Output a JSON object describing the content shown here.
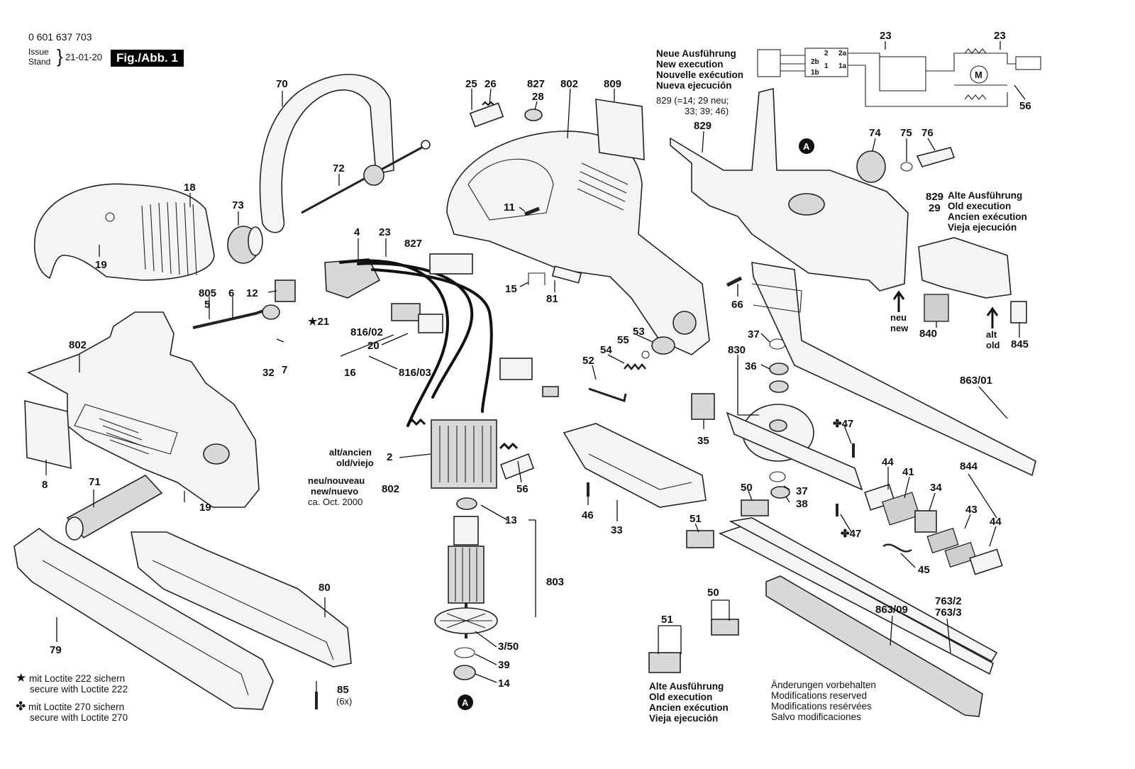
{
  "header": {
    "doc_number": "0 601 637 703",
    "issue_label": "Issue",
    "stand_label": "Stand",
    "date": "21-01-20",
    "figure_label": "Fig./Abb. 1"
  },
  "notes": {
    "new_execution": [
      "Neue Ausführung",
      "New execution",
      "Nouvelle exécution",
      "Nueva ejecución"
    ],
    "part_829_lines": [
      "829 (=14; 29 neu;",
      "33; 39; 46)"
    ],
    "old_execution_829": [
      "Alte Ausführung",
      "Old execution",
      "Ancien exécution",
      "Vieja ejecución"
    ],
    "old_execution_bottom": [
      "Alte Ausführung",
      "Old execution",
      "Ancien exécution",
      "Vieja ejecución"
    ],
    "modifications": [
      "Änderungen vorbehalten",
      "Modifications reserved",
      "Modifications resérvées",
      "Salvo modificaciones"
    ],
    "loctite_222": [
      "mit Loctite 222 sichern",
      "secure with Loctite 222"
    ],
    "loctite_270": [
      "mit Loctite 270 sichern",
      "secure with Loctite 270"
    ],
    "alt_ancien": "alt/ancien",
    "old_viejo": "old/viejo",
    "neu_nouveau": "neu/nouveau",
    "new_nuevo": "new/nuevo",
    "ca_oct": "ca. Oct. 2000",
    "neu": "neu",
    "new": "new",
    "alt": "alt",
    "old": "old",
    "six_x": "(6x)"
  },
  "labels": {
    "p70": "70",
    "p72": "72",
    "p73": "73",
    "p18": "18",
    "p19a": "19",
    "p19b": "19",
    "p4": "4",
    "p23a": "23",
    "p827a": "827",
    "p12": "12",
    "p805": "805",
    "p6": "6",
    "p5": "5",
    "p21": "21",
    "p32": "32",
    "p7": "7",
    "p802a": "802",
    "p8": "8",
    "p71": "71",
    "p816_02": "816/02",
    "p20": "20",
    "p16": "16",
    "p816_03": "816/03",
    "p25": "25",
    "p26": "26",
    "p827b": "827",
    "p28": "28",
    "p802b": "802",
    "p809": "809",
    "p11": "11",
    "p15": "15",
    "p81": "81",
    "p53": "53",
    "p54": "54",
    "p55": "55",
    "p52": "52",
    "p2": "2",
    "p802c": "802",
    "p56a": "56",
    "p13": "13",
    "p803": "803",
    "p3_50": "3/50",
    "p39": "39",
    "p14": "14",
    "p46": "46",
    "p33": "33",
    "p35": "35",
    "p23b": "23",
    "p23c": "23",
    "p56b": "56",
    "p829a": "829",
    "p74": "74",
    "p75": "75",
    "p76": "76",
    "p829b": "829",
    "p29": "29",
    "p66": "66",
    "p840": "840",
    "p845": "845",
    "p37a": "37",
    "p830": "830",
    "p36": "36",
    "p863_01": "863/01",
    "p47a": "47",
    "p44a": "44",
    "p41": "41",
    "p844": "844",
    "p34": "34",
    "p43": "43",
    "p44b": "44",
    "p45": "45",
    "p47b": "47",
    "p37b": "37",
    "p38": "38",
    "p50a": "50",
    "p51a": "51",
    "p50b": "50",
    "p51b": "51",
    "p863_09": "863/09",
    "p763_2": "763/2",
    "p763_3": "763/3",
    "p80": "80",
    "p79": "79",
    "p85": "85",
    "circleA": "A",
    "sw2": "2",
    "sw2a": "2a",
    "sw2b": "2b",
    "sw1": "1",
    "sw1a": "1a",
    "sw1b": "1b",
    "motor": "M"
  }
}
